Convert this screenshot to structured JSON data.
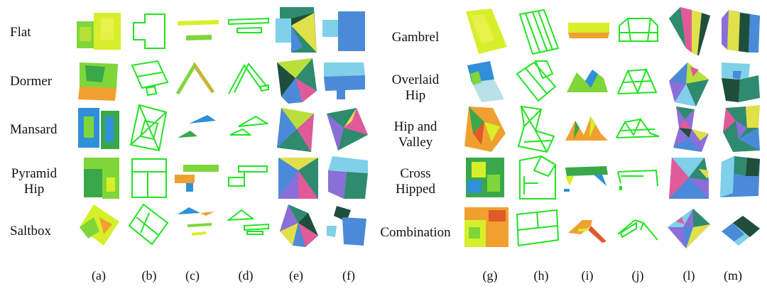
{
  "left_panel": {
    "row_labels": [
      "Flat",
      "Dormer",
      "Mansard",
      "Pyramid\nHip",
      "Saltbox"
    ],
    "column_labels": [
      "(a)",
      "(b)",
      "(c)",
      "(d)",
      "(e)",
      "(f)"
    ]
  },
  "right_panel": {
    "row_labels": [
      "Gambrel",
      "Overlaid\nHip",
      "Hip and\nValley",
      "Cross\nHipped",
      "Combination"
    ],
    "column_labels": [
      "(g)",
      "(h)",
      "(i)",
      "(j)",
      "(l)",
      "(m)"
    ]
  },
  "colors": {
    "wireframe": "#22e322",
    "point_cloud": [
      "#d7ef2a",
      "#7fd63a",
      "#f0a030",
      "#2f8fd8",
      "#3aa84a"
    ],
    "segments": [
      "#4b8ad8",
      "#2e8b6e",
      "#b8e03a",
      "#8a6fd8",
      "#e05a9a",
      "#7fd0e8",
      "#1f4f3a",
      "#e0e04a"
    ]
  }
}
